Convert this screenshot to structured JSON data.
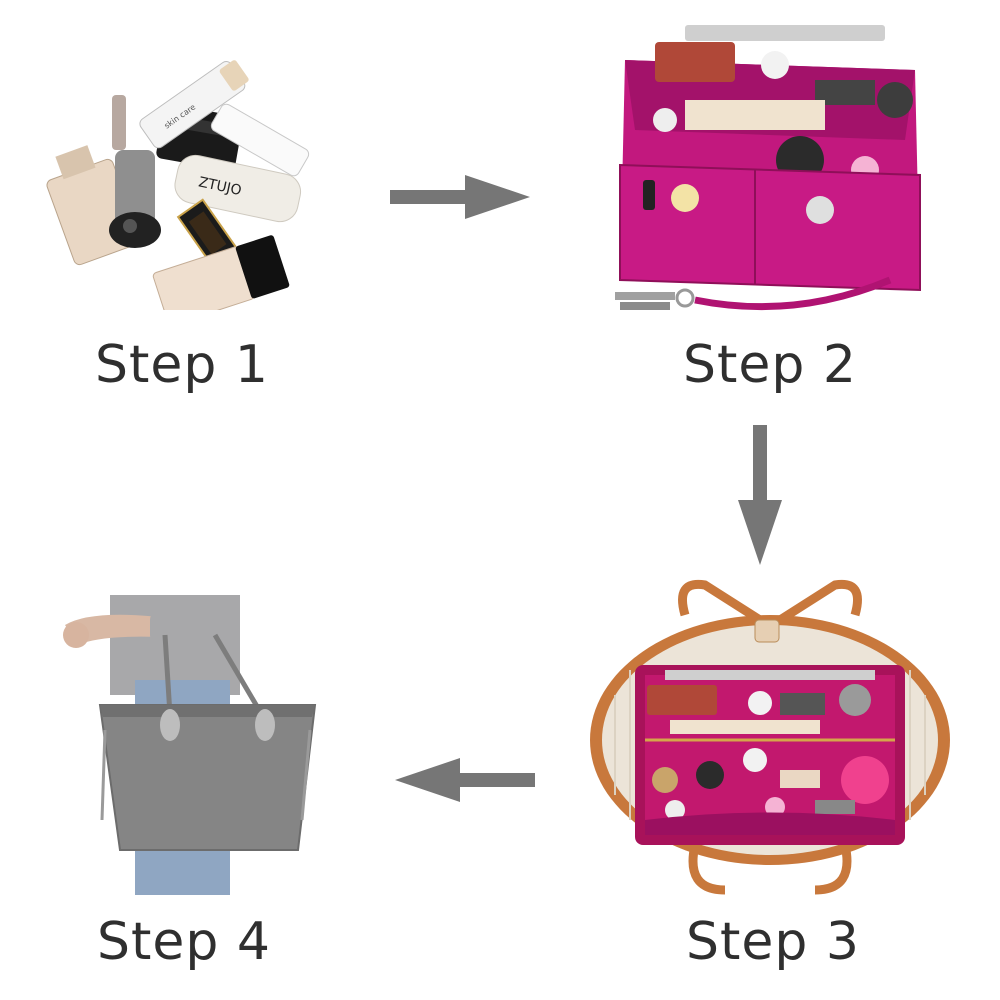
{
  "steps": [
    {
      "label": "Step 1",
      "illustration": "cosmetics-pile"
    },
    {
      "label": "Step 2",
      "illustration": "pink-felt-organizer"
    },
    {
      "label": "Step 3",
      "illustration": "organizer-inside-tote"
    },
    {
      "label": "Step 4",
      "illustration": "person-carrying-tote"
    }
  ],
  "brand_text": "ZTUJO",
  "arrows": [
    "right-arrow",
    "down-arrow",
    "left-arrow"
  ],
  "colors": {
    "arrow": "#767676",
    "label": "#2f2f2f",
    "felt_pink": "#c2187e",
    "felt_dark": "#9b1060",
    "tote_gray": "#858585",
    "leather_tan": "#c8783c",
    "canvas_cream": "#ece4d8"
  }
}
